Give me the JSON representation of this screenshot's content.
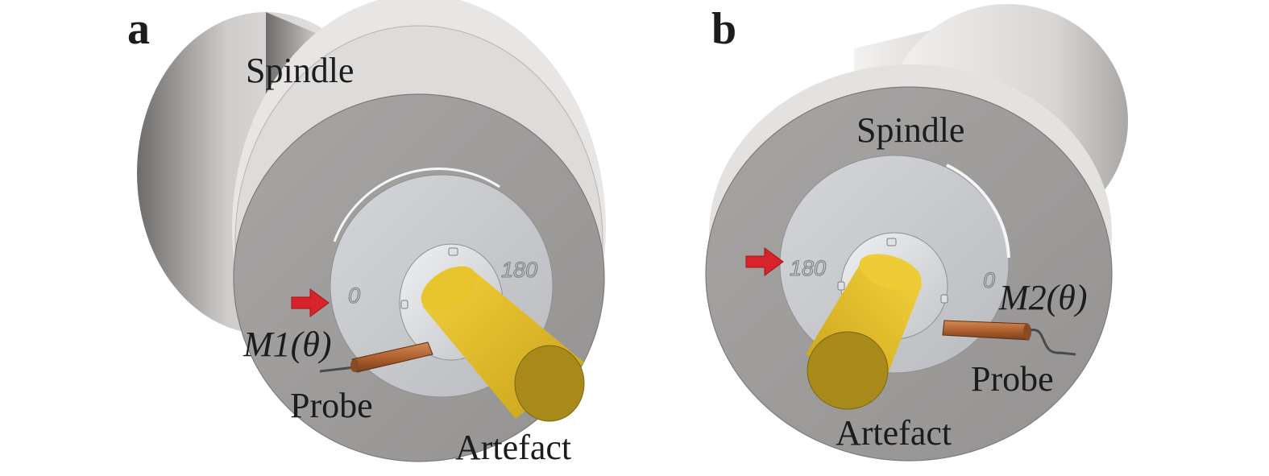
{
  "panels": [
    {
      "letter": "a",
      "spindle_label": "Spindle",
      "artefact_label": "Artefact",
      "probe_label": "Probe",
      "measurement_label": "M1(θ)",
      "dial_zero": "0",
      "dial_180": "180"
    },
    {
      "letter": "b",
      "spindle_label": "Spindle",
      "artefact_label": "Artefact",
      "probe_label": "Probe",
      "measurement_label": "M2(θ)",
      "dial_zero": "0",
      "dial_180": "180"
    }
  ],
  "colors": {
    "spindle_body": "#d9d7d5",
    "spindle_face": "#9e9c9b",
    "collar": "#c9cbce",
    "artefact": "#e3bf1f",
    "artefact_end": "#a88a1a",
    "probe": "#b0622f",
    "arrow": "#d8232a"
  }
}
